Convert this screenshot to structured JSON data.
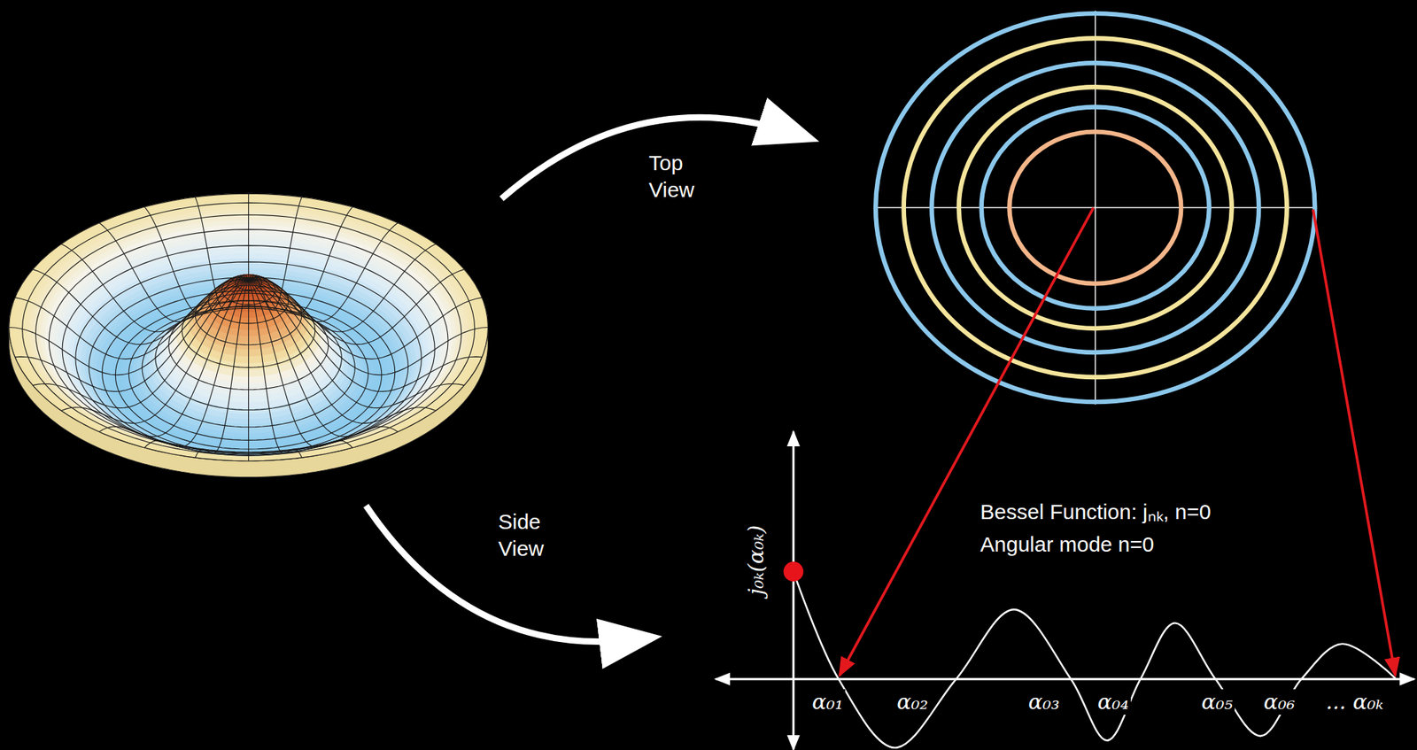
{
  "diagram": {
    "labels": [
      "Top View",
      "Side View",
      "j₀ₖ(α₀ₖ)",
      "Bessel Function: jₙₖ, n=0",
      "Angular mode n=0",
      "α₀₁",
      "α₀₂",
      "α₀₃",
      "α₀₄",
      "α₀₅",
      "α₀₆",
      "... α₀ₖ"
    ]
  }
}
